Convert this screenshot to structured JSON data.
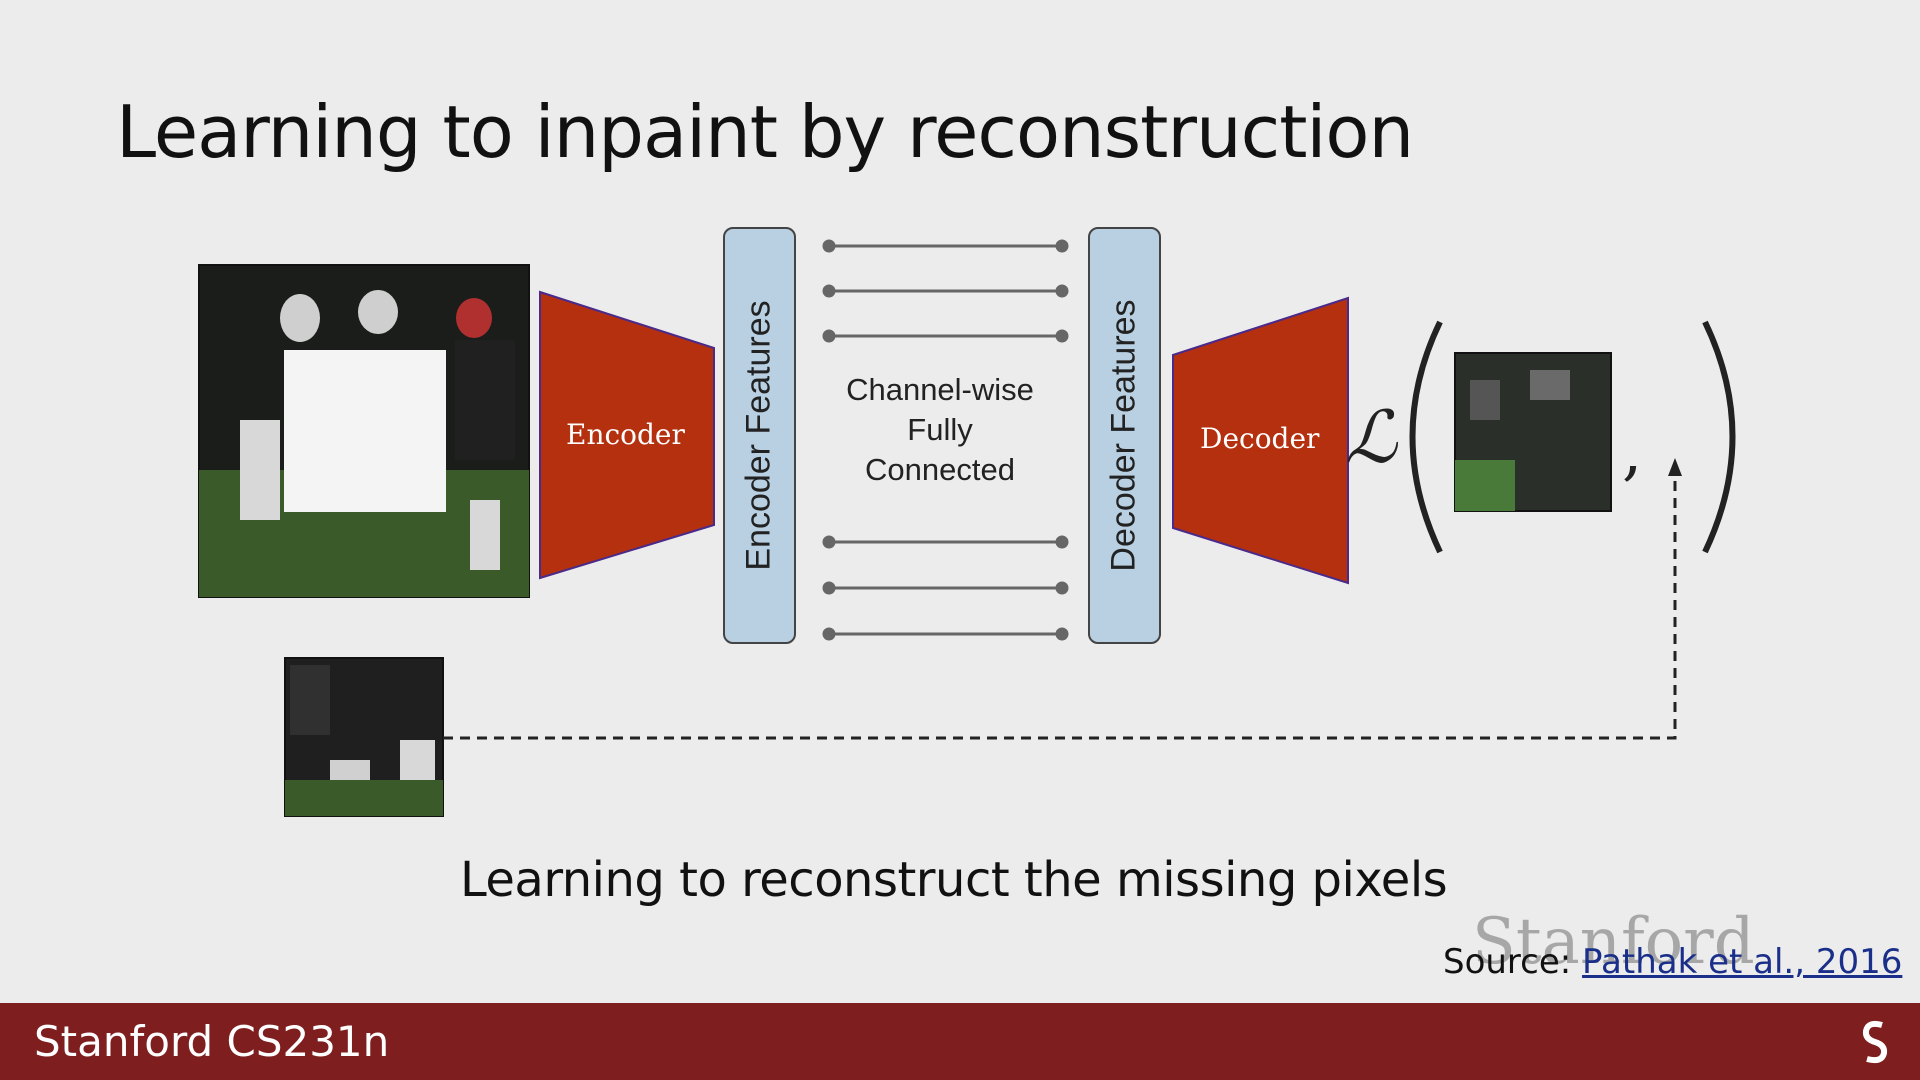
{
  "slide": {
    "title": "Learning to inpaint by reconstruction",
    "caption": "Learning to reconstruct the missing pixels",
    "source_prefix": "Source: ",
    "source_link": "Pathak et al., 2016",
    "watermark": "Stanford"
  },
  "diagram": {
    "encoder_label": "Encoder",
    "decoder_label": "Decoder",
    "encoder_features_label": "Encoder Features",
    "decoder_features_label": "Decoder Features",
    "fc_line1": "Channel-wise",
    "fc_line2": "Fully",
    "fc_line3": "Connected",
    "loss_symbol": "ℒ",
    "comma": ","
  },
  "footer": {
    "course": "Stanford CS231n",
    "logo_icon": "stanford-s-icon"
  },
  "colors": {
    "block": "#b5300f",
    "block_border": "#4a2a8a",
    "feature_bar": "#b8d0e2",
    "footer": "#7e1e1f"
  }
}
